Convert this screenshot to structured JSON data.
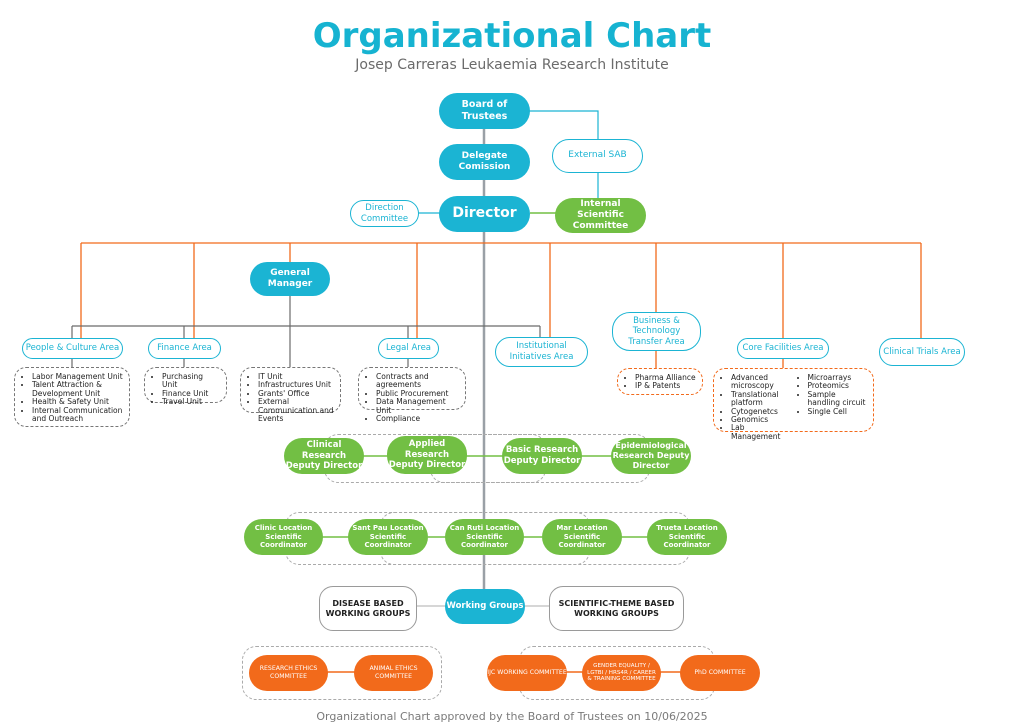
{
  "title": "Organizational Chart",
  "subtitle": "Josep Carreras Leukaemia Research Institute",
  "footer": "Organizational Chart approved by the Board of Trustees on 10/06/2025",
  "colors": {
    "cyan": "#1bb4d3",
    "green": "#72bf44",
    "orange": "#f26a1b",
    "gray": "#9aa0a6"
  },
  "nodes": {
    "board": "Board of Trustees",
    "delegate": "Delegate Comission",
    "external_sab": "External SAB",
    "direction_committee": "Direction Committee",
    "director": "Director",
    "internal_committee": "Internal Scientific Committee",
    "general_manager": "General Manager",
    "people": "People & Culture Area",
    "finance": "Finance Area",
    "legal": "Legal Area",
    "institutional": "Institutional Initiatives Area",
    "business": "Business & Technology Transfer Area",
    "core": "Core Facilities Area",
    "clinical_trials": "Clinical Trials Area"
  },
  "lists": {
    "people": [
      "Labor Management Unit",
      "Talent Attraction & Development Unit",
      "Health & Safety Unit",
      "Internal Communication and Outreach"
    ],
    "finance": [
      "Purchasing Unit",
      "Finance Unit",
      "Travel Unit"
    ],
    "gm": [
      "IT Unit",
      "Infrastructures Unit",
      "Grants' Office",
      "External Communication and Events"
    ],
    "legal": [
      "Contracts and agreements",
      "Public Procurement",
      "Data Management Unit",
      "Compliance"
    ],
    "business": [
      "Pharma Alliance",
      "IP & Patents"
    ],
    "core_left": [
      "Advanced microscopy",
      "Translational platform",
      "Cytogenetcs",
      "Genomics",
      "Lab Management"
    ],
    "core_right": [
      "Microarrays",
      "Proteomics",
      "Sample handling circuit",
      "Single Cell"
    ]
  },
  "deputies": [
    "Clinical Research Deputy Director",
    "Applied Research Deputy Director",
    "Basic Research Deputy Director",
    "Epidemiological Research Deputy Director"
  ],
  "locations": [
    "Clinic Location Scientific Coordinator",
    "Sant Pau Location Scientific Coordinator",
    "Can Ruti Location Scientific Coordinator",
    "Mar Location Scientific Coordinator",
    "Trueta Location Scientific Coordinator"
  ],
  "groups": {
    "disease": "DISEASE BASED WORKING GROUPS",
    "working": "Working Groups",
    "theme": "SCIENTIFIC-THEME BASED WORKING GROUPS"
  },
  "committees": [
    "RESEARCH ETHICS COMMITTEE",
    "ANIMAL ETHICS COMMITTEE",
    "IJC WORKING COMMITTEE",
    "GENDER EQUALITY / LGTBI / HRS4R / CAREER & TRAINING COMMITTEE",
    "PhD COMMITTEE"
  ]
}
